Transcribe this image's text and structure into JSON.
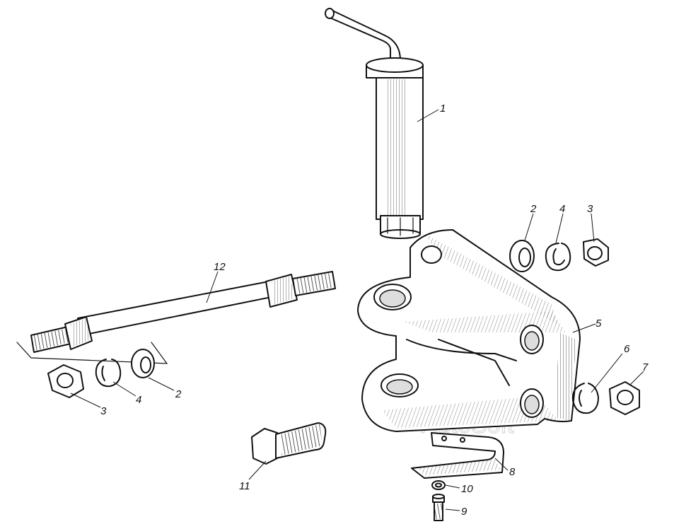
{
  "labels": {
    "l1": "1",
    "l2_top": "2",
    "l4_top": "4",
    "l3_top": "3",
    "l5": "5",
    "l6": "6",
    "l7": "7",
    "l8": "8",
    "l9": "9",
    "l10": "10",
    "l11": "11",
    "l12": "12",
    "l3_left": "3",
    "l4_left": "4",
    "l2_left": "2"
  },
  "watermark": "AutoSoft"
}
